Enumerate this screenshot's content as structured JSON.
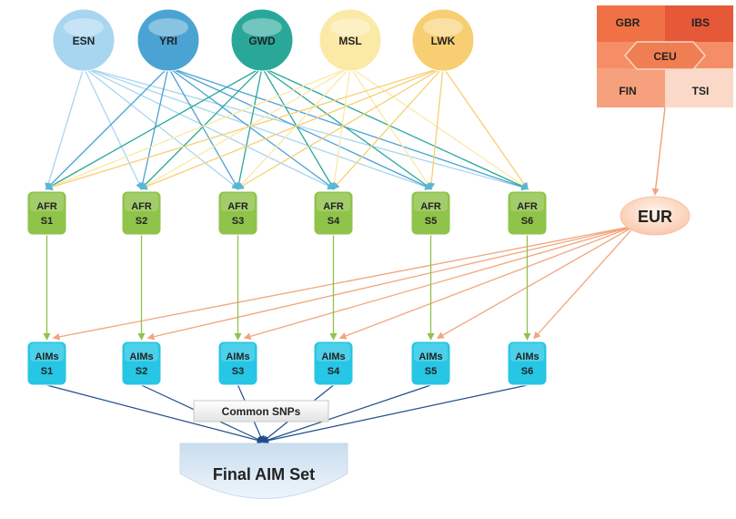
{
  "populations": {
    "african": [
      {
        "code": "ESN",
        "color": "#a8d6f0"
      },
      {
        "code": "YRI",
        "color": "#4aa3d3"
      },
      {
        "code": "GWD",
        "color": "#29a89a"
      },
      {
        "code": "MSL",
        "color": "#fbe9a6"
      },
      {
        "code": "LWK",
        "color": "#f7cf72"
      }
    ],
    "european": [
      {
        "code": "GBR",
        "color": "#f07145"
      },
      {
        "code": "IBS",
        "color": "#e55838"
      },
      {
        "code": "CEU",
        "color": "#ef7e52"
      },
      {
        "code": "FIN",
        "color": "#f7a07d"
      },
      {
        "code": "TSI",
        "color": "#fad9c8"
      }
    ]
  },
  "eur": {
    "label": "EUR",
    "color": "#fde1cf"
  },
  "afr_sets": [
    {
      "line1": "AFR",
      "line2": "S1"
    },
    {
      "line1": "AFR",
      "line2": "S2"
    },
    {
      "line1": "AFR",
      "line2": "S3"
    },
    {
      "line1": "AFR",
      "line2": "S4"
    },
    {
      "line1": "AFR",
      "line2": "S5"
    },
    {
      "line1": "AFR",
      "line2": "S6"
    }
  ],
  "aim_sets": [
    {
      "line1": "AIMs",
      "line2": "S1"
    },
    {
      "line1": "AIMs",
      "line2": "S2"
    },
    {
      "line1": "AIMs",
      "line2": "S3"
    },
    {
      "line1": "AIMs",
      "line2": "S4"
    },
    {
      "line1": "AIMs",
      "line2": "S5"
    },
    {
      "line1": "AIMs",
      "line2": "S6"
    }
  ],
  "common_snps": "Common SNPs",
  "final_set": "Final AIM Set",
  "colors": {
    "afr_box": "#8fc34a",
    "aim_box": "#26c6e4",
    "afr_to_aim_line": "#8fc34a",
    "eur_line": "#f2a57e",
    "final_line": "#1f4e8c",
    "final_box": "#d6e6f4"
  }
}
